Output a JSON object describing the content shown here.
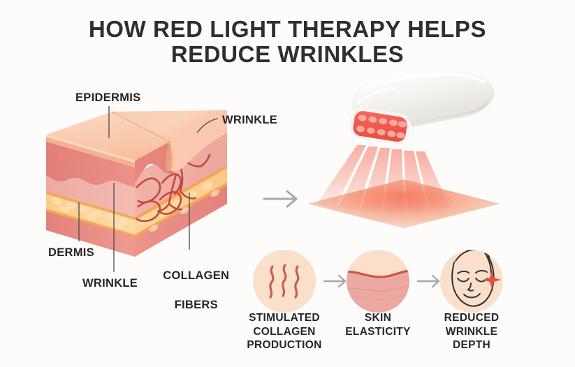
{
  "page": {
    "background_color": "#fdfcfa",
    "title_line_1": "HOW RED LIGHT THERAPY HELPS",
    "title_line_2": "REDUCE WRINKLES"
  },
  "palette": {
    "title_text": "#2f2f2f",
    "label_text": "#262626",
    "leader_line": "#4a4a4a",
    "arrow_gray": "#a8a8a8",
    "skin_top": "#f8c4a7",
    "skin_top_light": "#fbd3bb",
    "epidermis": "#e8867c",
    "epidermis_dark": "#dd7a70",
    "dermis": "#f0aaa0",
    "dermis_light": "#f3b6ac",
    "collagen_fiber": "#c0493f",
    "fat_layer": "#fbce8e",
    "fat_line": "#f2a65a",
    "bottom_layer": "#e8897f",
    "device_body": "#f5f3f0",
    "device_shadow": "#dedbd6",
    "led_panel": "#f05a4f",
    "led_dot": "#fba99c",
    "light_beam": "#f4705c",
    "circle_bg": "#fadfcb",
    "circle_wave": "#c9614c",
    "circle_skin_top": "#fadfcb",
    "circle_skin_bottom": "#eba9a1",
    "circle_skin_line": "#cd5544",
    "face_line": "#33312e",
    "sparkle": "#e2533f"
  },
  "skin_diagram": {
    "labels": [
      {
        "id": "epidermis",
        "text": "EPIDERMIS"
      },
      {
        "id": "wrinkle_top",
        "text": "WRINKLE"
      },
      {
        "id": "dermis",
        "text": "DERMIS"
      },
      {
        "id": "wrinkle_bottom",
        "text": "WRINKLE"
      },
      {
        "id": "collagen_line_1",
        "text": "COLLAGEN"
      },
      {
        "id": "collagen_line_2",
        "text": "FIBERS"
      }
    ]
  },
  "device": {
    "name": "red-light-therapy-wand",
    "led_rows": 2,
    "led_per_row": 5,
    "beam_count": 6
  },
  "steps": {
    "items": [
      {
        "id": "stimulated-collagen-production",
        "icon": "collagen-waves-icon",
        "caption_lines": [
          "STIMULATED",
          "COLLAGEN",
          "PRODUCTION"
        ]
      },
      {
        "id": "skin-elasticity",
        "icon": "skin-cross-section-icon",
        "caption_lines": [
          "SKIN",
          "ELASTICITY"
        ]
      },
      {
        "id": "reduced-wrinkle-depth",
        "icon": "smiling-face-icon",
        "caption_lines": [
          "REDUCED",
          "WRINKLE",
          "DEPTH"
        ]
      }
    ],
    "arrows": [
      "step-arrow-1",
      "step-arrow-2"
    ]
  },
  "flow": {
    "main_arrow": "skin-to-device-arrow"
  }
}
